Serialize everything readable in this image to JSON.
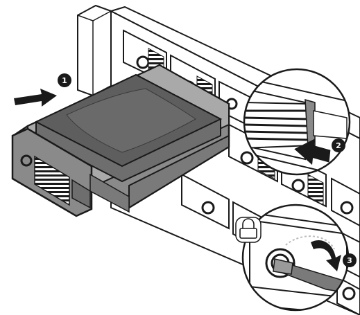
{
  "steps": [
    {
      "number": "1",
      "action": "push-drive-into-bay"
    },
    {
      "number": "2",
      "action": "press-tray-handle-closed"
    },
    {
      "number": "3",
      "action": "rotate-key-to-lock"
    }
  ],
  "icons": [
    "padlock-icon",
    "arrow-right-icon",
    "rotate-arrow-icon",
    "key-icon"
  ],
  "colors": {
    "line": "#1a1a1a",
    "drive_body": "#6e6e6e",
    "tray": "#8a8a8a",
    "chassis": "#ffffff",
    "badge": "#1a1a1a",
    "callout_bg": "#ffffff",
    "key": "#7a7a7a"
  }
}
